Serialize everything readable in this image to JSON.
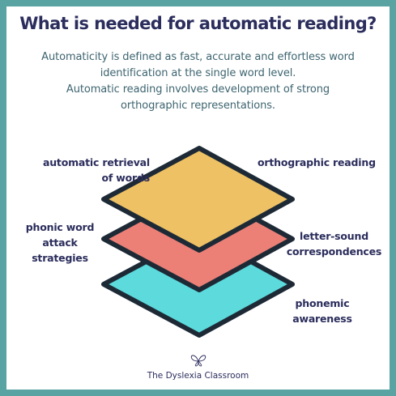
{
  "title": "What is needed for automatic reading?",
  "subtitle": {
    "line1": "Automaticity is defined as fast, accurate and effortless word",
    "line2": "identification at the single word level.",
    "line3": "Automatic reading involves development of strong",
    "line4": "orthographic representations."
  },
  "labels": {
    "automatic_retrieval": [
      "automatic retrieval",
      "of words"
    ],
    "orthographic_reading": [
      "orthographic reading"
    ],
    "phonic_word_attack": [
      "phonic word",
      "attack",
      "strategies"
    ],
    "letter_sound": [
      "letter-sound",
      "correspondences"
    ],
    "phonemic_awareness": [
      "phonemic",
      "awareness"
    ]
  },
  "layers": [
    {
      "name": "phonemic-awareness-layer",
      "color": "#5cdadc"
    },
    {
      "name": "letter-sound-layer",
      "color": "#ec8076"
    },
    {
      "name": "orthographic-layer",
      "color": "#eec164"
    }
  ],
  "colors": {
    "border": "#5aa3a3",
    "title": "#2b2d5c",
    "subtitle": "#3d6470",
    "outline": "#1d2a36"
  },
  "footer": "The Dyslexia Classroom"
}
